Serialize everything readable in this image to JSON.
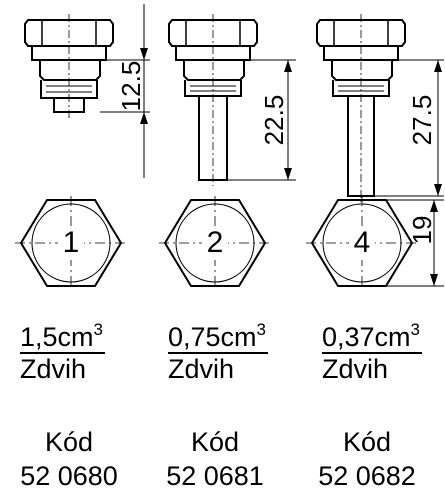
{
  "dimensions": {
    "d1": "12.5",
    "d2": "22.5",
    "d3": "27.5",
    "across_flats": "19"
  },
  "variants": [
    {
      "number": "1",
      "volume": "1,5cm",
      "volume_exp": "3",
      "stroke_label": "Zdvih",
      "code_label": "Kód",
      "code": "52 0680"
    },
    {
      "number": "2",
      "volume": "0,75cm",
      "volume_exp": "3",
      "stroke_label": "Zdvih",
      "code_label": "Kód",
      "code": "52 0681"
    },
    {
      "number": "4",
      "volume": "0,37cm",
      "volume_exp": "3",
      "stroke_label": "Zdvih",
      "code_label": "Kód",
      "code": "52 0682"
    }
  ]
}
